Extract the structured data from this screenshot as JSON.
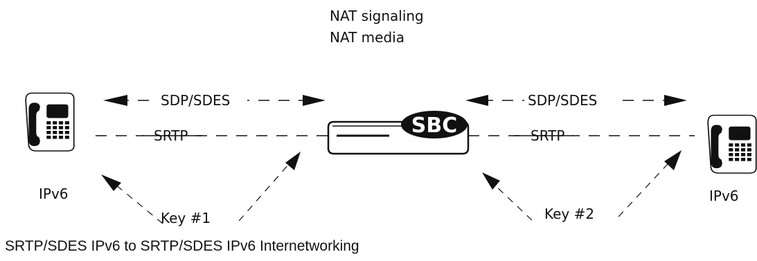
{
  "nat": {
    "line1": "NAT signaling",
    "line2": "NAT media"
  },
  "left_link": {
    "sdp_label": "SDP/SDES",
    "srtp_label": "SRTP",
    "key_label": "Key #1"
  },
  "right_link": {
    "sdp_label": "SDP/SDES",
    "srtp_label": "SRTP",
    "key_label": "Key #2"
  },
  "left_phone": {
    "label": "IPv6",
    "icon": "desk-phone-icon"
  },
  "right_phone": {
    "label": "IPv6",
    "icon": "desk-phone-icon"
  },
  "sbc": {
    "badge": "SBC",
    "icon": "session-border-controller-icon"
  },
  "caption": "SRTP/SDES IPv6 to SRTP/SDES IPv6 Internetworking"
}
